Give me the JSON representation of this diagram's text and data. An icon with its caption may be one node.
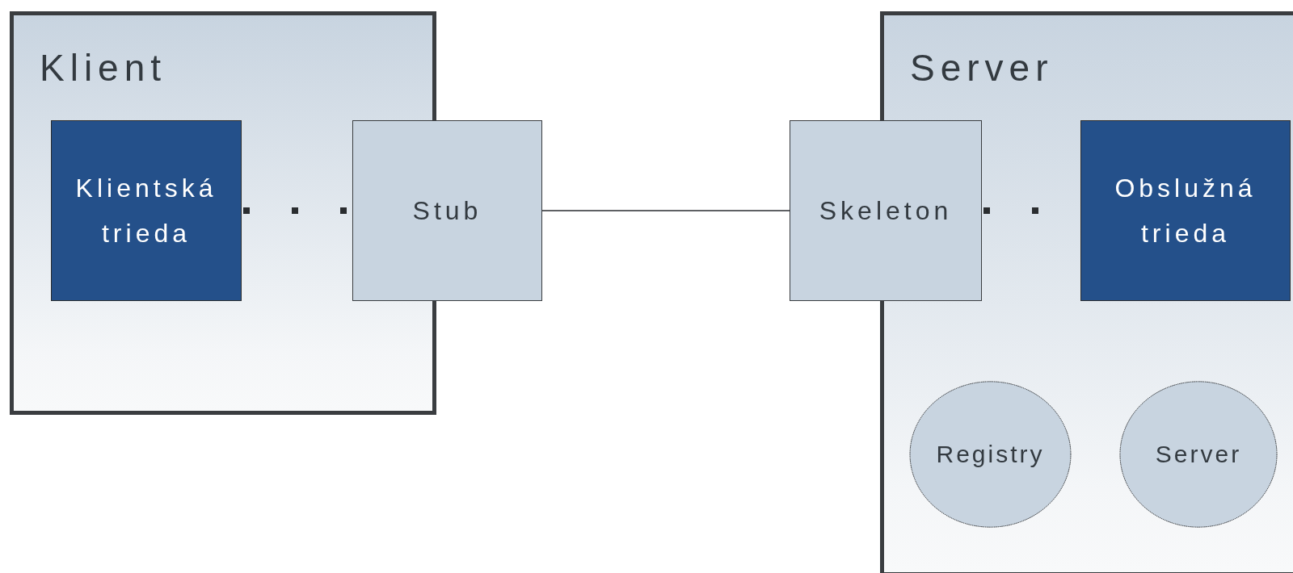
{
  "diagram": {
    "nodes": [
      {
        "text": [
          "Klient"
        ]
      },
      {
        "text": [
          "Klientská trieda"
        ],
        "in": 0
      },
      {
        "text": [
          "Stub"
        ]
      },
      {
        "text": [
          "Server"
        ]
      },
      {
        "text": [
          "Skeleton"
        ]
      },
      {
        "text": [
          "Obslužná trieda"
        ],
        "in": 3
      },
      {
        "text": [
          "Registry"
        ],
        "in": 3
      },
      {
        "text": [
          "Server"
        ],
        "in": 3
      }
    ],
    "edges": [
      {
        "from": 1,
        "to": 2,
        "arrow": "none",
        "style": "dashed"
      },
      {
        "from": 2,
        "to": 4,
        "arrow": "none"
      },
      {
        "from": 4,
        "to": 5,
        "arrow": "none",
        "style": "dashed"
      }
    ]
  }
}
